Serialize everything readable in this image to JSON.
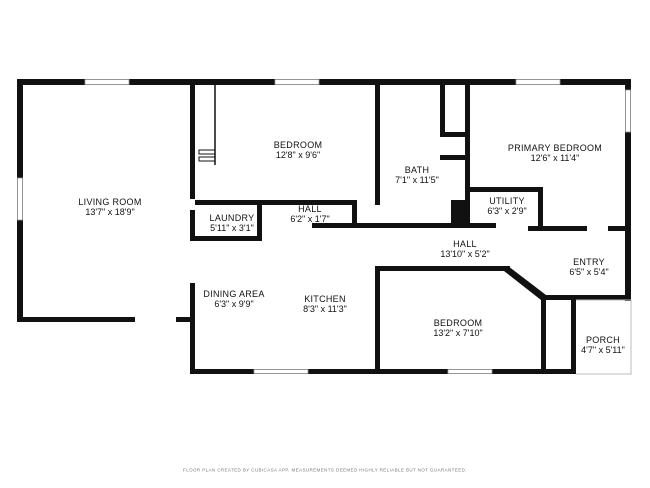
{
  "rooms": {
    "living_room": {
      "name": "LIVING ROOM",
      "dims": "13'7\" x 18'9\""
    },
    "bedroom_top": {
      "name": "BEDROOM",
      "dims": "12'8\" x 9'6\""
    },
    "bath": {
      "name": "BATH",
      "dims": "7'1\" x 11'5\""
    },
    "primary_bedroom": {
      "name": "PRIMARY BEDROOM",
      "dims": "12'6\" x 11'4\""
    },
    "laundry": {
      "name": "LAUNDRY",
      "dims": "5'11\" x 3'1\""
    },
    "hall_small": {
      "name": "HALL",
      "dims": "6'2\" x 1'7\""
    },
    "utility": {
      "name": "UTILITY",
      "dims": "6'3\" x 2'9\""
    },
    "hall_main": {
      "name": "HALL",
      "dims": "13'10\" x 5'2\""
    },
    "entry": {
      "name": "ENTRY",
      "dims": "6'5\" x 5'4\""
    },
    "dining_area": {
      "name": "DINING AREA",
      "dims": "6'3\" x 9'9\""
    },
    "kitchen": {
      "name": "KITCHEN",
      "dims": "8'3\" x 11'3\""
    },
    "bedroom_bottom": {
      "name": "BEDROOM",
      "dims": "13'2\" x 7'10\""
    },
    "porch": {
      "name": "PORCH",
      "dims": "4'7\" x 5'11\""
    }
  },
  "footer": "FLOOR PLAN CREATED BY CUBICASA APP. MEASUREMENTS DEEMED HIGHLY RELIABLE BUT NOT GUARANTEED.",
  "colors": {
    "wall": "#111111",
    "window": "#aaaaaa",
    "background": "#ffffff"
  }
}
